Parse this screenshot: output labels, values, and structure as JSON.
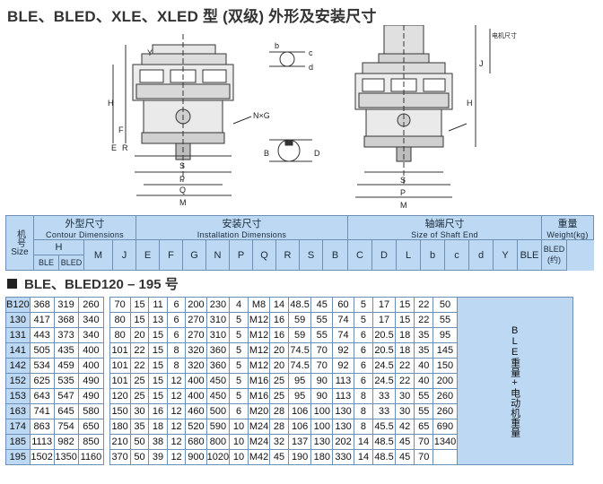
{
  "title": "BLE、BLED、XLE、XLED 型 (双级) 外形及安装尺寸",
  "drawing_labels": {
    "Y": "Y",
    "H": "H",
    "N": "N×G",
    "F": "F",
    "E": "E",
    "R": "R",
    "S": "S",
    "P": "P",
    "Q": "Q",
    "M": "M",
    "b": "b",
    "c": "c",
    "d": "d",
    "B": "B",
    "D": "D",
    "J": "J",
    "side_note": "电机尺寸"
  },
  "header": {
    "size_label": "机号",
    "size_en": "Size",
    "contour": "外型尺寸",
    "contour_en": "Contour Dimensions",
    "installation": "安装尺寸",
    "installation_en": "Installation Dimensions",
    "shaft": "轴端尺寸",
    "shaft_en": "Size of Shaft End",
    "weight": "重量",
    "weight_en": "Weight(kg)",
    "h": "H",
    "ble": "BLE",
    "bled": "BLED",
    "cols_install": [
      "M",
      "J",
      "E",
      "F",
      "G",
      "N",
      "P",
      "Q",
      "R",
      "S"
    ],
    "cols_shaft": [
      "B",
      "C",
      "D",
      "L",
      "b",
      "c",
      "d",
      "Y"
    ],
    "weight_ble": "BLE",
    "weight_bled": "BLED\n(约)"
  },
  "section_title": "BLE、BLED120 – 195 号",
  "weight_note": "BLE重量+电动机重量",
  "rows": [
    [
      "B120",
      "368",
      "319",
      "260",
      "70",
      "15",
      "11",
      "6",
      "200",
      "230",
      "4",
      "M8",
      "14",
      "48.5",
      "45",
      "60",
      "5",
      "17",
      "15",
      "22",
      "50"
    ],
    [
      "130",
      "417",
      "368",
      "340",
      "80",
      "15",
      "13",
      "6",
      "270",
      "310",
      "5",
      "M12",
      "16",
      "59",
      "55",
      "74",
      "5",
      "17",
      "15",
      "22",
      "55"
    ],
    [
      "131",
      "443",
      "373",
      "340",
      "80",
      "20",
      "15",
      "6",
      "270",
      "310",
      "5",
      "M12",
      "16",
      "59",
      "55",
      "74",
      "6",
      "20.5",
      "18",
      "35",
      "95"
    ],
    [
      "141",
      "505",
      "435",
      "400",
      "101",
      "22",
      "15",
      "8",
      "320",
      "360",
      "5",
      "M12",
      "20",
      "74.5",
      "70",
      "92",
      "6",
      "20.5",
      "18",
      "35",
      "145"
    ],
    [
      "142",
      "534",
      "459",
      "400",
      "101",
      "22",
      "15",
      "8",
      "320",
      "360",
      "5",
      "M12",
      "20",
      "74.5",
      "70",
      "92",
      "6",
      "24.5",
      "22",
      "40",
      "150"
    ],
    [
      "152",
      "625",
      "535",
      "490",
      "101",
      "25",
      "15",
      "12",
      "400",
      "450",
      "5",
      "M16",
      "25",
      "95",
      "90",
      "113",
      "6",
      "24.5",
      "22",
      "40",
      "200"
    ],
    [
      "153",
      "643",
      "547",
      "490",
      "120",
      "25",
      "15",
      "12",
      "400",
      "450",
      "5",
      "M16",
      "25",
      "95",
      "90",
      "113",
      "8",
      "33",
      "30",
      "55",
      "260"
    ],
    [
      "163",
      "741",
      "645",
      "580",
      "150",
      "30",
      "16",
      "12",
      "460",
      "500",
      "6",
      "M20",
      "28",
      "106",
      "100",
      "130",
      "8",
      "33",
      "30",
      "55",
      "260"
    ],
    [
      "174",
      "863",
      "754",
      "650",
      "180",
      "35",
      "18",
      "12",
      "520",
      "590",
      "10",
      "M24",
      "28",
      "106",
      "100",
      "130",
      "8",
      "45.5",
      "42",
      "65",
      "690"
    ],
    [
      "185",
      "1113",
      "982",
      "850",
      "210",
      "50",
      "38",
      "12",
      "680",
      "800",
      "10",
      "M24",
      "32",
      "137",
      "130",
      "202",
      "14",
      "48.5",
      "45",
      "70",
      "1340"
    ],
    [
      "195",
      "1502",
      "1350",
      "1160",
      "370",
      "50",
      "39",
      "12",
      "900",
      "1020",
      "10",
      "M42",
      "45",
      "190",
      "180",
      "330",
      "14",
      "48.5",
      "45",
      "70",
      ""
    ]
  ]
}
